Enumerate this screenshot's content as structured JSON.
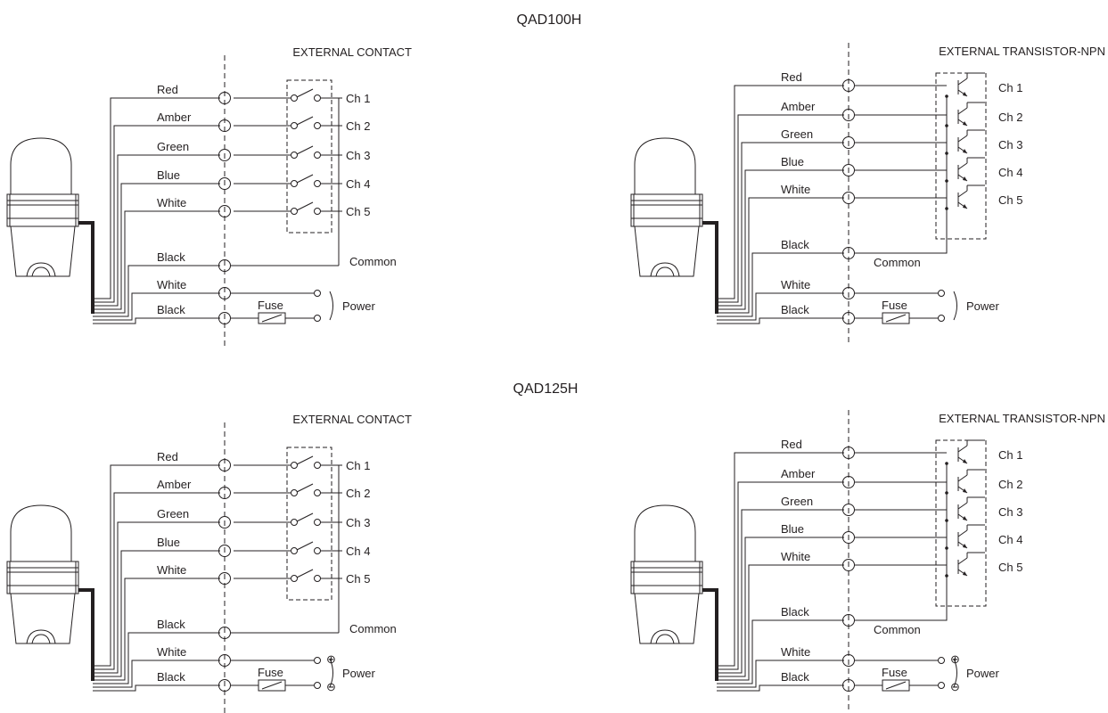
{
  "section_titles": [
    "QAD100H",
    "QAD125H"
  ],
  "panels": [
    {
      "heading": "EXTERNAL CONTACT",
      "type": "contact",
      "polarity": false
    },
    {
      "heading": "EXTERNAL TRANSISTOR-NPN",
      "type": "npn",
      "polarity": false
    },
    {
      "heading": "EXTERNAL CONTACT",
      "type": "contact",
      "polarity": true
    },
    {
      "heading": "EXTERNAL TRANSISTOR-NPN",
      "type": "npn",
      "polarity": true
    }
  ],
  "wire_labels": [
    "Red",
    "Amber",
    "Green",
    "Blue",
    "White"
  ],
  "channel_labels": [
    "Ch 1",
    "Ch 2",
    "Ch 3",
    "Ch 4",
    "Ch 5"
  ],
  "common_wire_label": "Black",
  "power_wire_labels": [
    "White",
    "Black"
  ],
  "common_label": "Common",
  "fuse_label": "Fuse",
  "power_label": "Power",
  "plus_symbol": "⊕",
  "minus_symbol": "⊖",
  "colors": {
    "line": "#231f20",
    "background": "#ffffff"
  }
}
